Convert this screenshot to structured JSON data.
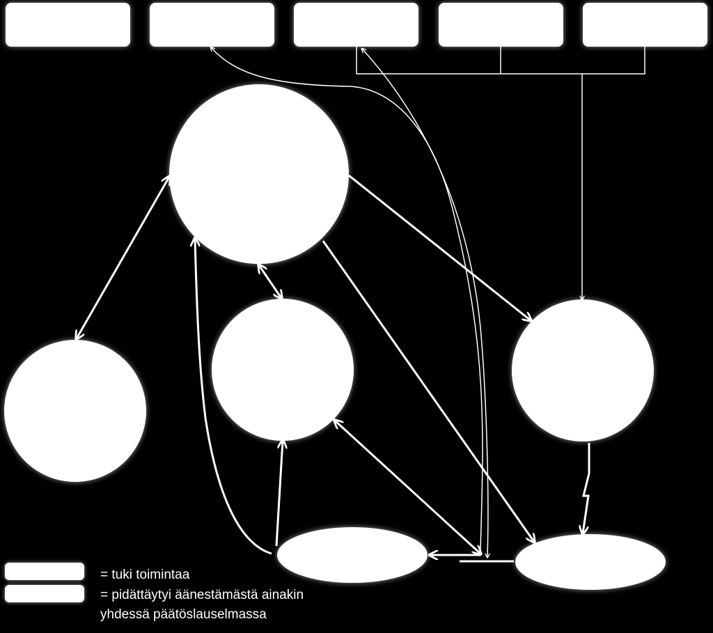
{
  "colors": {
    "background": "#000000",
    "shape_fill": "#ffffff",
    "connector": "#ffffff"
  },
  "legend": {
    "items": [
      {
        "label": "= tuki toimintaa"
      },
      {
        "label": "= pidättäytyi äänestämästä ainakin"
      },
      {
        "label": "yhdessä päätöslauselmassa"
      }
    ]
  }
}
